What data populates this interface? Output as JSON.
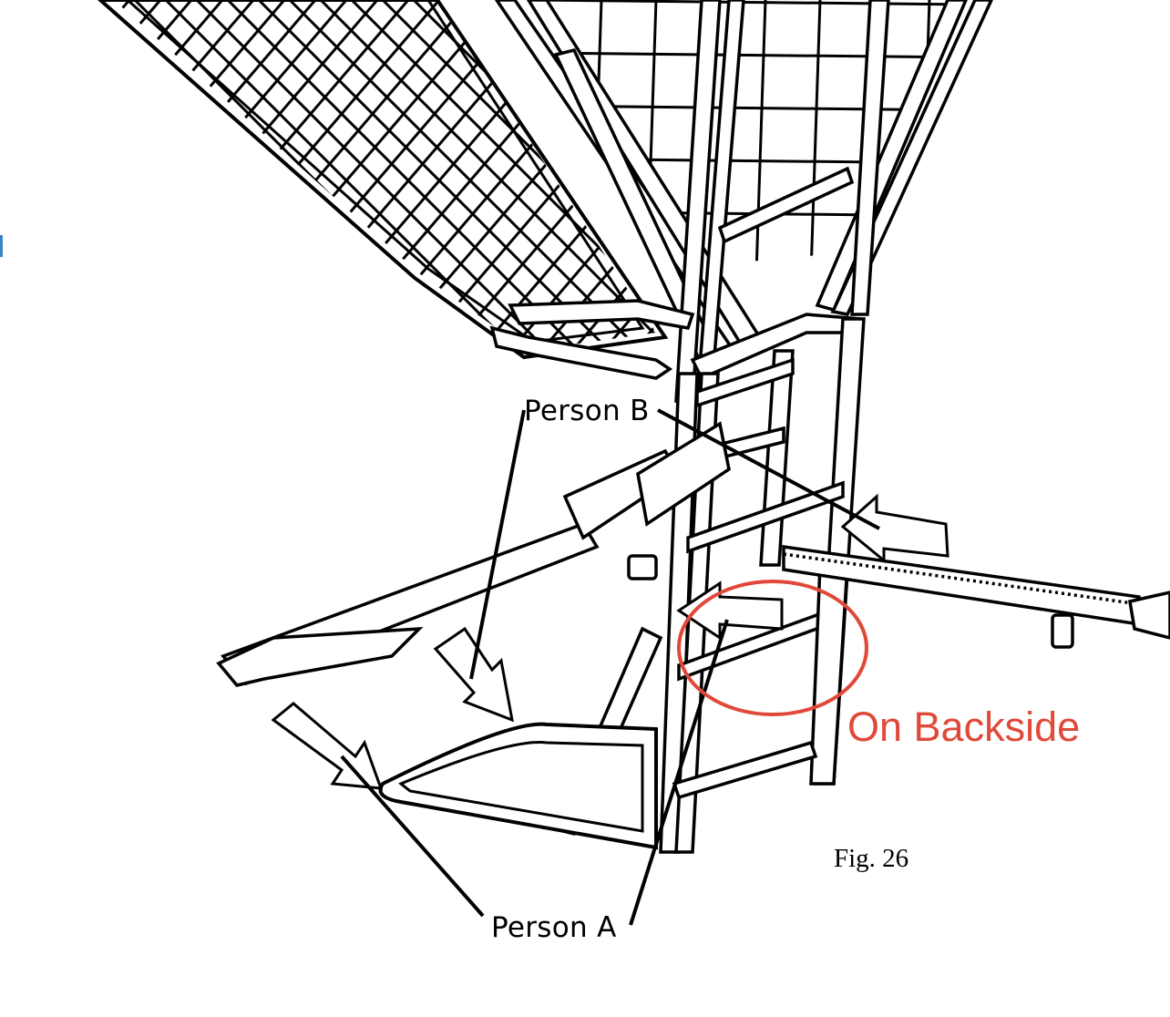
{
  "labels": {
    "person_a": "Person A",
    "person_b": "Person B",
    "callout": "On Backside",
    "figure": "Fig. 26"
  },
  "colors": {
    "ink": "#000000",
    "callout": "#e0493a",
    "edge_mark": "#3b82c4"
  }
}
